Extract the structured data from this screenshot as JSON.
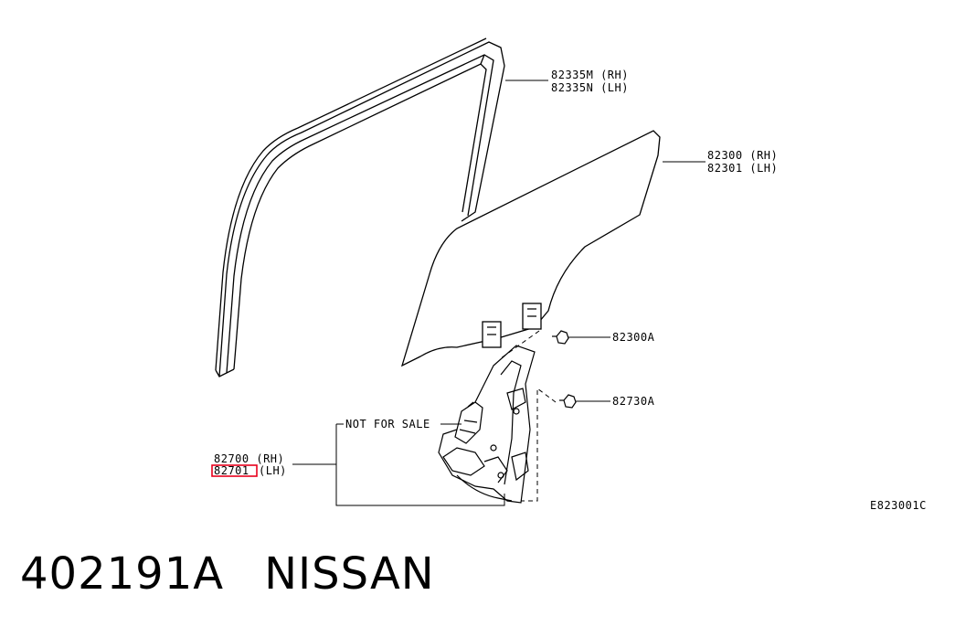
{
  "labels": {
    "sash_rh": "82335M (RH)",
    "sash_lh": "82335N (LH)",
    "glass_rh": "82300 (RH)",
    "glass_lh": "82301 (LH)",
    "bolt_a": "82300A",
    "bolt_b": "82730A",
    "not_for_sale": "NOT FOR SALE",
    "regulator_rh": "82700 (RH)",
    "regulator_lh_part": "82701",
    "regulator_lh_side": "(LH)",
    "figure_code": "E823001C"
  },
  "footer": {
    "part_number": "402191A",
    "brand": "NISSAN"
  },
  "colors": {
    "highlight": "#e8001c",
    "ink": "#000000"
  }
}
